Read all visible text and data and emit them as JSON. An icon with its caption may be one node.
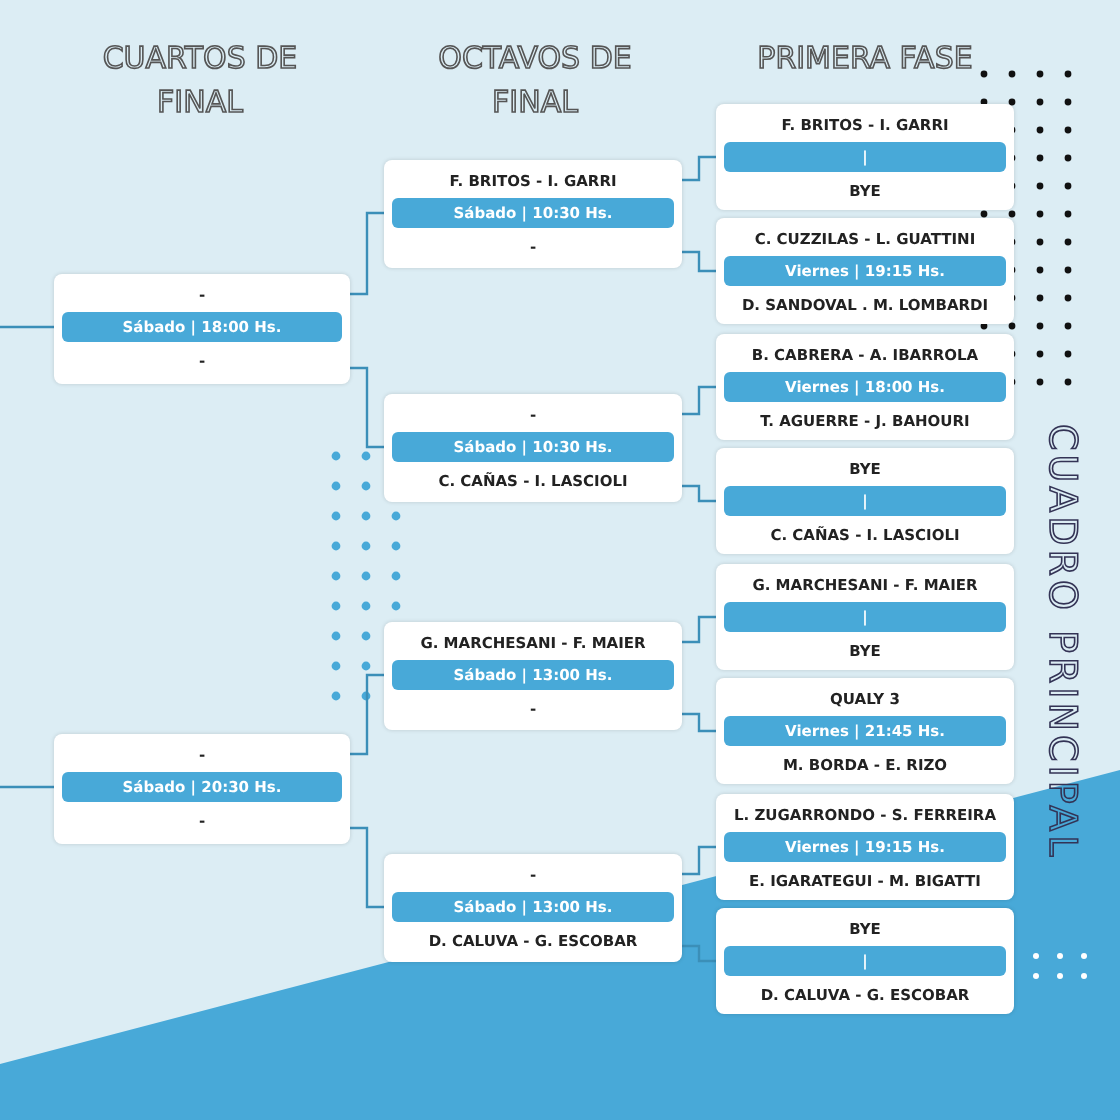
{
  "diagram": {
    "title": "CUADRO PRINCIPAL",
    "nodes": [
      {
        "text": [
          "-",
          "Sábado | 18:00 Hs.",
          "-"
        ]
      },
      {
        "text": [
          "-",
          "Sábado | 20:30 Hs.",
          "-"
        ]
      },
      {
        "text": [
          "F. BRITOS - I. GARRI",
          "Sábado | 10:30 Hs.",
          "-"
        ]
      },
      {
        "text": [
          "-",
          "Sábado | 10:30 Hs.",
          "C. CAÑAS - I. LASCIOLI"
        ]
      },
      {
        "text": [
          "G. MARCHESANI - F. MAIER",
          "Sábado | 13:00 Hs.",
          "-"
        ]
      },
      {
        "text": [
          "-",
          "Sábado | 13:00 Hs.",
          "D. CALUVA - G. ESCOBAR"
        ]
      },
      {
        "text": [
          "F. BRITOS - I. GARRI",
          "|",
          "BYE"
        ]
      },
      {
        "text": [
          "C. CUZZILAS - L. GUATTINI",
          "Viernes | 19:15 Hs.",
          "D. SANDOVAL . M. LOMBARDI"
        ]
      },
      {
        "text": [
          "B. CABRERA - A. IBARROLA",
          "Viernes | 18:00 Hs.",
          "T. AGUERRE - J. BAHOURI"
        ]
      },
      {
        "text": [
          "BYE",
          "|",
          "C. CAÑAS - I. LASCIOLI"
        ]
      },
      {
        "text": [
          "G. MARCHESANI - F. MAIER",
          "|",
          "BYE"
        ]
      },
      {
        "text": [
          "QUALY 3",
          "Viernes | 21:45 Hs.",
          "M. BORDA - E. RIZO"
        ]
      },
      {
        "text": [
          "L. ZUGARRONDO - S. FERREIRA",
          "Viernes | 19:15 Hs.",
          "E. IGARATEGUI - M. BIGATTI"
        ]
      },
      {
        "text": [
          "BYE",
          "|",
          "D. CALUVA - G. ESCOBAR"
        ]
      }
    ],
    "edges": [
      {
        "from": 6,
        "to": 2,
        "arrow": "none"
      },
      {
        "from": 7,
        "to": 2,
        "arrow": "none"
      },
      {
        "from": 8,
        "to": 3,
        "arrow": "none"
      },
      {
        "from": 9,
        "to": 3,
        "arrow": "none"
      },
      {
        "from": 10,
        "to": 4,
        "arrow": "none"
      },
      {
        "from": 11,
        "to": 4,
        "arrow": "none"
      },
      {
        "from": 12,
        "to": 5,
        "arrow": "none"
      },
      {
        "from": 13,
        "to": 5,
        "arrow": "none"
      },
      {
        "from": 2,
        "to": 0,
        "arrow": "none"
      },
      {
        "from": 3,
        "to": 0,
        "arrow": "none"
      },
      {
        "from": 4,
        "to": 1,
        "arrow": "none"
      },
      {
        "from": 5,
        "to": 1,
        "arrow": "none"
      },
      {
        "from": 0,
        "to": null,
        "arrow": "none"
      },
      {
        "from": 1,
        "to": null,
        "arrow": "none"
      }
    ],
    "labels": [
      "CUARTOS DE FINAL",
      "OCTAVOS DE FINAL",
      "PRIMERA FASE"
    ]
  }
}
